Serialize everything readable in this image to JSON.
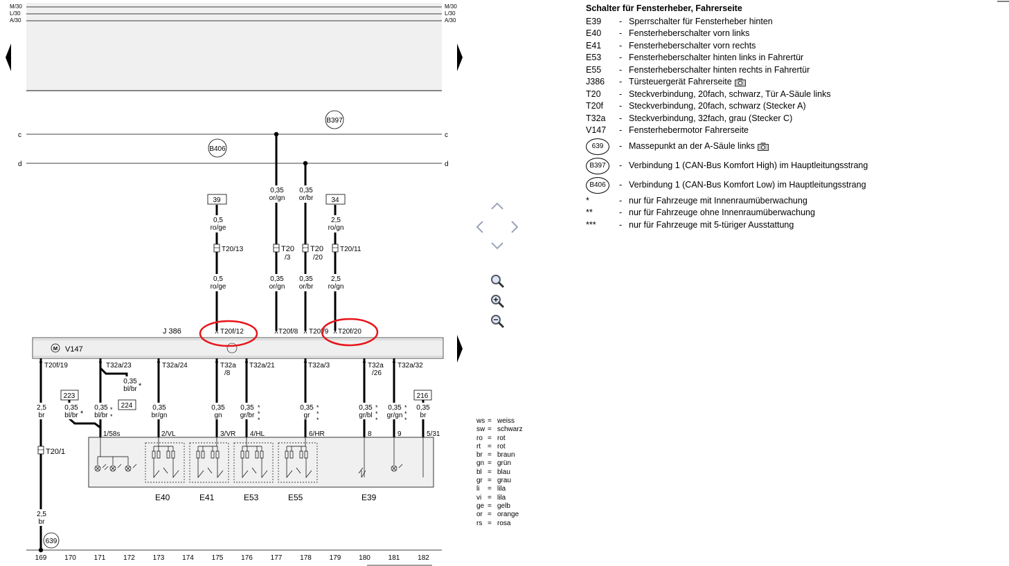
{
  "rails": {
    "top": [
      "M/30",
      "L/30",
      "A/30"
    ],
    "bus": [
      "c",
      "d"
    ]
  },
  "connections": {
    "b397": "B397",
    "b406": "B406",
    "g639": "639"
  },
  "nav": {
    "up": "up-arrow",
    "down": "down-arrow",
    "left": "left-arrow",
    "right": "right-arrow",
    "zoom": "zoom-icon",
    "zoom_in": "zoom-in-icon",
    "zoom_out": "zoom-out-icon"
  },
  "boxes": {
    "b39": "39",
    "b34": "34",
    "b223": "223",
    "b224": "224",
    "b216": "216"
  },
  "wires_top": {
    "w39_a": "0,5",
    "w39_a2": "ro/ge",
    "w39_c": "T20/13",
    "w39_b": "0,5",
    "w39_b2": "ro/ge",
    "w3_a": "0,35",
    "w3_a2": "or/gn",
    "w3_c": "T20",
    "w3_c2": "/3",
    "w3_b": "0,35",
    "w3_b2": "or/gn",
    "w20_a": "0,35",
    "w20_a2": "or/br",
    "w20_c": "T20",
    "w20_c2": "/20",
    "w20_b": "0,35",
    "w20_b2": "or/br",
    "w34_a": "2,5",
    "w34_a2": "ro/gn",
    "w34_c": "T20/11",
    "w34_b": "2,5",
    "w34_b2": "ro/gn"
  },
  "unit": {
    "j386": "J 386",
    "v147": "V147",
    "p12": "T20f/12",
    "p8": "T20f/8",
    "p9": "T20f/9",
    "p20": "T20f/20"
  },
  "pins_bottom": {
    "p19": "T20f/19",
    "p23": "T32a/23",
    "p24": "T32a/24",
    "p8a": "T32a",
    "p8b": "/8",
    "p21": "T32a/21",
    "p3": "T32a/3",
    "p26a": "T32a",
    "p26b": "/26",
    "p32": "T32a/32"
  },
  "wires_bottom": {
    "a_v": "2,5",
    "a_c": "br",
    "a_conn": "T20/1",
    "a_v2": "2,5",
    "a_c2": "br",
    "bb_v": "0,35",
    "bb_c": "bl/br",
    "s1_v": "0,35",
    "s1_c": "bl/br",
    "s2_v": "0,35",
    "s2_c": "bl/br",
    "s3_v": "0,35",
    "s3_c": "br/gn",
    "s4_v": "0,35",
    "s4_c": "gn",
    "s5_v": "0,35",
    "s5_c": "gr/br",
    "s6_v": "0,35",
    "s6_c": "gr",
    "s7_v": "0,35",
    "s7_c": "gr/bl",
    "s8_v": "0,35",
    "s8_c": "gr/gn",
    "s9_v": "0,35",
    "s9_c": "br"
  },
  "switch_pins": [
    "1/58s",
    "2/VL",
    "3/VR",
    "4/HL",
    "6/HR",
    "8",
    "9",
    "5/31"
  ],
  "components": [
    "E40",
    "E41",
    "E53",
    "E55",
    "E39"
  ],
  "stars": {
    "one": "*",
    "two": "**",
    "three": "***"
  },
  "ticks": [
    "169",
    "170",
    "171",
    "172",
    "173",
    "174",
    "175",
    "176",
    "177",
    "178",
    "179",
    "180",
    "181",
    "182"
  ],
  "legend": {
    "title": "Schalter für Fensterheber, Fahrerseite",
    "items": [
      {
        "code": "E39",
        "desc": "Sperrschalter für Fensterheber hinten"
      },
      {
        "code": "E40",
        "desc": "Fensterheberschalter vorn links"
      },
      {
        "code": "E41",
        "desc": "Fensterheberschalter vorn rechts"
      },
      {
        "code": "E53",
        "desc": "Fensterheberschalter hinten links in Fahrertür"
      },
      {
        "code": "E55",
        "desc": "Fensterheberschalter hinten rechts in Fahrertür"
      },
      {
        "code": "J386",
        "desc": "Türsteuergerät Fahrerseite"
      },
      {
        "code": "T20",
        "desc": "Steckverbindung, 20fach, schwarz, Tür A-Säule links"
      },
      {
        "code": "T20f",
        "desc": "Steckverbindung, 20fach, schwarz (Stecker A)"
      },
      {
        "code": "T32a",
        "desc": "Steckverbindung, 32fach, grau (Stecker C)"
      },
      {
        "code": "V147",
        "desc": "Fensterhebermotor Fahrerseite"
      }
    ],
    "circles": [
      {
        "code": "639",
        "desc": "Massepunkt an der A-Säule links"
      },
      {
        "code": "B397",
        "desc": "Verbindung 1 (CAN-Bus Komfort High) im Hauptleitungsstrang"
      },
      {
        "code": "B406",
        "desc": "Verbindung 1 (CAN-Bus Komfort Low) im Hauptleitungsstrang"
      }
    ],
    "notes": [
      {
        "code": "*",
        "desc": "nur für Fahrzeuge mit Innenraumüberwachung"
      },
      {
        "code": "**",
        "desc": "nur für Fahrzeuge ohne Innenraumüberwachung"
      },
      {
        "code": "***",
        "desc": "nur für Fahrzeuge mit 5-türiger Ausstattung"
      }
    ]
  },
  "color_codes": [
    {
      "abbr": "ws",
      "name": "weiss"
    },
    {
      "abbr": "sw",
      "name": "schwarz"
    },
    {
      "abbr": "ro",
      "name": "rot"
    },
    {
      "abbr": "rt",
      "name": "rot"
    },
    {
      "abbr": "br",
      "name": "braun"
    },
    {
      "abbr": "gn",
      "name": "grün"
    },
    {
      "abbr": "bl",
      "name": "blau"
    },
    {
      "abbr": "gr",
      "name": "grau"
    },
    {
      "abbr": "li",
      "name": "lila"
    },
    {
      "abbr": "vi",
      "name": "lila"
    },
    {
      "abbr": "ge",
      "name": "gelb"
    },
    {
      "abbr": "or",
      "name": "orange"
    },
    {
      "abbr": "rs",
      "name": "rosa"
    }
  ],
  "colors": {
    "highlight": "#e8141b",
    "panel": "#f0f0f0"
  }
}
